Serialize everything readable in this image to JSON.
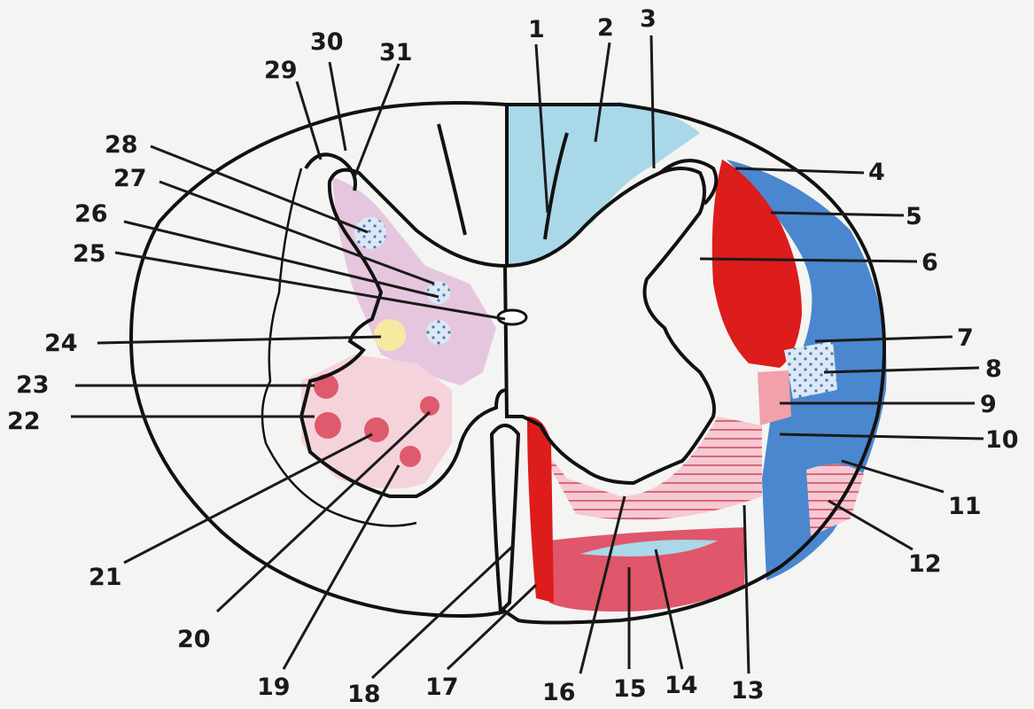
{
  "diagram": {
    "labels": [
      "1",
      "2",
      "3",
      "4",
      "5",
      "6",
      "7",
      "8",
      "9",
      "10",
      "11",
      "12",
      "13",
      "14",
      "15",
      "16",
      "17",
      "18",
      "19",
      "20",
      "21",
      "22",
      "23",
      "24",
      "25",
      "26",
      "27",
      "28",
      "29",
      "30",
      "31"
    ]
  },
  "colors": {
    "light_blue": "#a9d8e8",
    "blue": "#4a87cf",
    "red": "#dd1c1c",
    "pink": "#f2b8c6",
    "lavender": "#e6c6de",
    "yellow": "#f6eaa2",
    "gray_matter": "#fffdf4"
  }
}
